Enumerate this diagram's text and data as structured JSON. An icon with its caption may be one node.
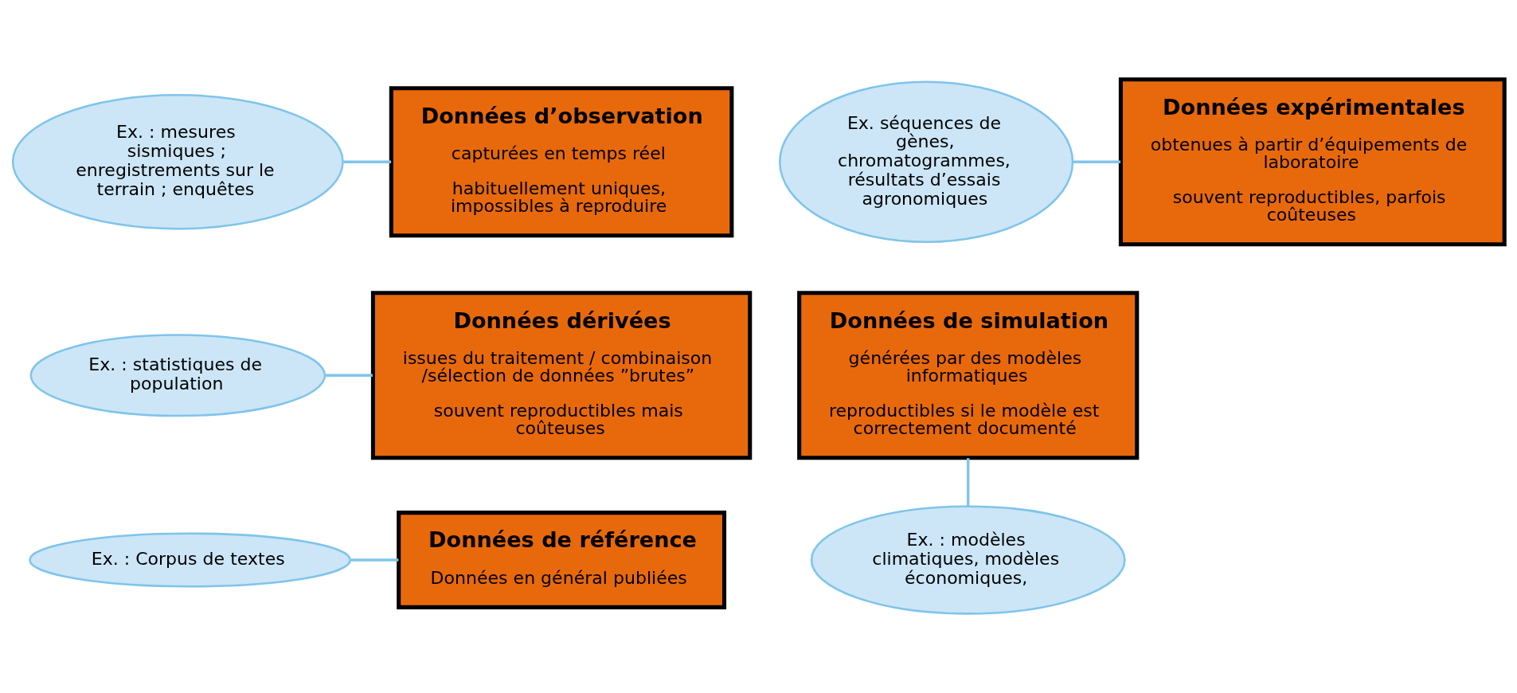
{
  "diagram": {
    "nodes": [
      {
        "text": [
          "Données d’observation",
          "capturées en temps réel",
          "habituellement uniques, impossibles à reproduire"
        ]
      },
      {
        "text": [
          "Données expérimentales",
          "obtenues à partir d’équipements de laboratoire",
          "souvent reproductibles, parfois coûteuses"
        ]
      },
      {
        "text": [
          "Données dérivées",
          "issues du traitement / combinaison /sélection de données ”brutes”",
          "souvent reproductibles mais coûteuses"
        ]
      },
      {
        "text": [
          "Données de simulation",
          "générées par des modèles informatiques",
          "reproductibles si le modèle est correctement documenté"
        ]
      },
      {
        "text": [
          "Données de référence",
          "Données en général publiées"
        ]
      },
      {
        "text": [
          "Ex. : mesures sismiques ; enregistrements sur le terrain ; enquêtes"
        ]
      },
      {
        "text": [
          "Ex. séquences de gènes, chromatogrammes, résultats d’essais agronomiques"
        ]
      },
      {
        "text": [
          "Ex. : statistiques de population"
        ]
      },
      {
        "text": [
          "Ex. : modèles climatiques, modèles économiques,"
        ]
      },
      {
        "text": [
          "Ex. : Corpus de textes"
        ]
      }
    ],
    "edges": [
      {
        "from": 5,
        "to": 0,
        "arrow": "none"
      },
      {
        "from": 6,
        "to": 1,
        "arrow": "none"
      },
      {
        "from": 7,
        "to": 2,
        "arrow": "none"
      },
      {
        "from": 8,
        "to": 3,
        "arrow": "none"
      },
      {
        "from": 9,
        "to": 4,
        "arrow": "none"
      }
    ]
  }
}
